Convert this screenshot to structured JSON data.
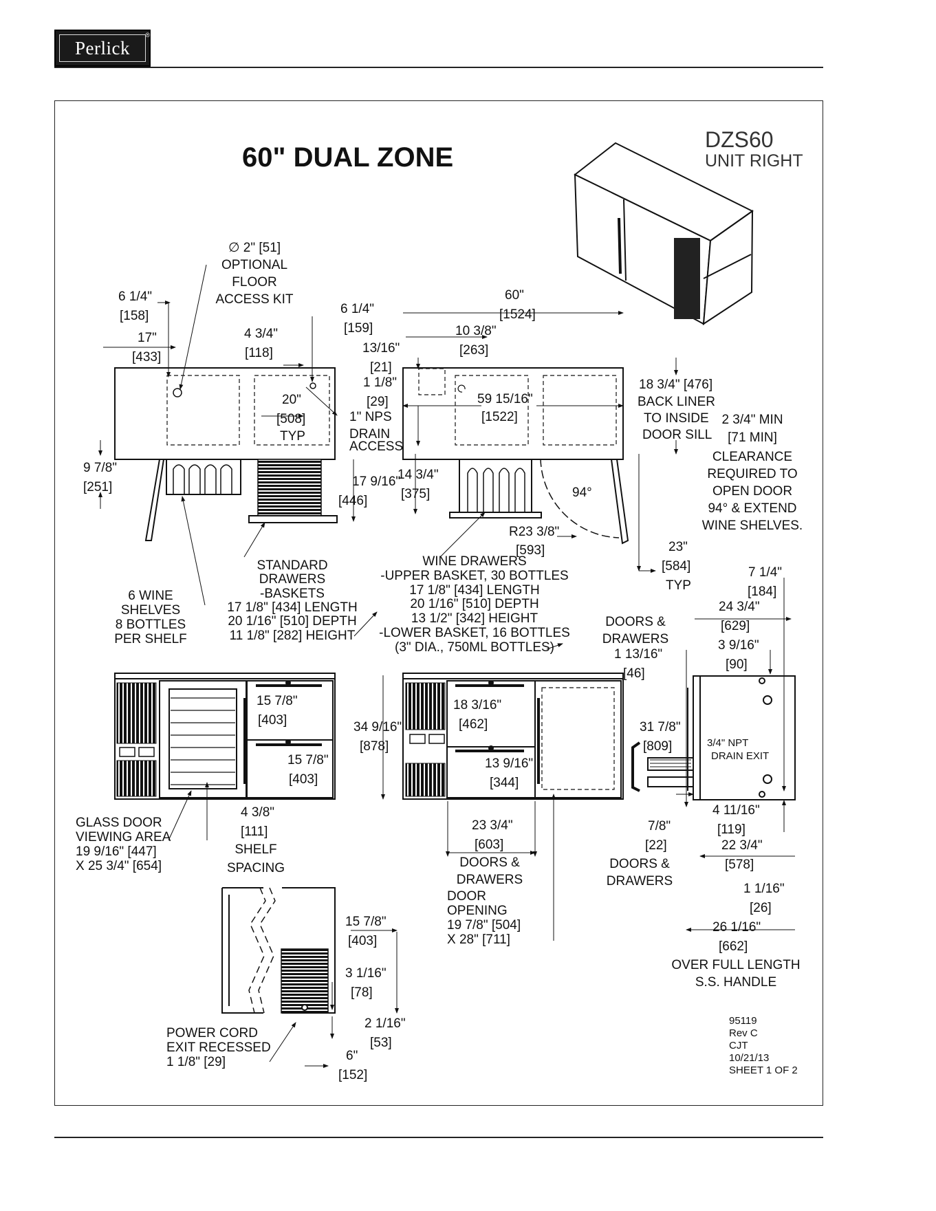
{
  "brand": {
    "logo_text": "Perlick",
    "reg_mark": "®"
  },
  "header": {
    "title": "60\" DUAL ZONE",
    "model": "DZS60",
    "unit": "UNIT RIGHT"
  },
  "top_view": {
    "floor_kit": [
      "∅ 2\" [51]",
      "OPTIONAL",
      "FLOOR",
      "ACCESS KIT"
    ],
    "dim_6_1_4": [
      "6 1/4\"",
      "[158]"
    ],
    "dim_17": [
      "17\"",
      "[433]"
    ],
    "dim_4_3_4": [
      "4 3/4\"",
      "[118]"
    ],
    "dim_6_1_4_b": [
      "6 1/4\"",
      "[159]"
    ],
    "dim_20": [
      "20\"",
      "[508]",
      "TYP"
    ],
    "drain_access": [
      "1\" NPS",
      "DRAIN",
      "ACCESS"
    ],
    "dim_9_7_8": [
      "9 7/8\"",
      "[251]"
    ],
    "dim_17_9_16": [
      "17 9/16\"",
      "[446]"
    ]
  },
  "top_view_right": {
    "dim_60": [
      "60\"",
      "[1524]"
    ],
    "dim_10_3_8": [
      "10 3/8\"",
      "[263]"
    ],
    "dim_13_16": [
      "13/16\"",
      "[21]"
    ],
    "dim_1_1_8": [
      "1 1/8\"",
      "[29]"
    ],
    "dim_59": [
      "59 15/16\"",
      "[1522]"
    ],
    "back_liner": [
      "18 3/4\" [476]",
      "BACK LINER",
      "TO INSIDE",
      "DOOR SILL"
    ],
    "dim_14_3_4": [
      "14 3/4\"",
      "[375]"
    ],
    "angle": "94°",
    "radius": [
      "R23 3/8\"",
      "[593]"
    ],
    "clearance": [
      "2 3/4\" MIN",
      "[71 MIN]",
      "CLEARANCE",
      "REQUIRED TO",
      "OPEN DOOR",
      "94° & EXTEND",
      "WINE SHELVES."
    ],
    "dim_23": [
      "23\"",
      "[584]",
      "TYP"
    ]
  },
  "callouts": {
    "standard_drawers": [
      "STANDARD",
      "DRAWERS",
      "-BASKETS",
      "17 1/8\" [434] LENGTH",
      "20 1/16\" [510] DEPTH",
      "11 1/8\" [282] HEIGHT"
    ],
    "wine_drawers": [
      "WINE DRAWERS",
      "-UPPER BASKET, 30 BOTTLES",
      "17 1/8\" [434] LENGTH",
      "20 1/16\" [510] DEPTH",
      "13 1/2\" [342] HEIGHT",
      "-LOWER BASKET, 16 BOTTLES",
      "(3\" DIA., 750ML BOTTLES)"
    ],
    "wine_shelves": [
      "6 WINE",
      "SHELVES",
      "8 BOTTLES",
      "PER SHELF"
    ]
  },
  "front_view": {
    "dim_15_7_8_a": [
      "15 7/8\"",
      "[403]"
    ],
    "dim_15_7_8_b": [
      "15 7/8\"",
      "[403]"
    ],
    "dim_34": [
      "34 9/16\"",
      "[878]"
    ],
    "dim_18_3_16": [
      "18 3/16\"",
      "[462]"
    ],
    "dim_13_9_16": [
      "13 9/16\"",
      "[344]"
    ],
    "glass_door": [
      "GLASS DOOR",
      "VIEWING AREA",
      "19 9/16\" [447]",
      "X 25 3/4\" [654]"
    ],
    "shelf_spacing": [
      "4 3/8\"",
      "[111]",
      "SHELF",
      "SPACING"
    ],
    "dim_23_3_4": [
      "23 3/4\"",
      "[603]",
      "DOORS &",
      "DRAWERS"
    ],
    "door_opening": [
      "DOOR",
      "OPENING",
      "19 7/8\" [504]",
      "X 28\" [711]"
    ]
  },
  "side_view": {
    "dim_7_1_4": [
      "7 1/4\"",
      "[184]"
    ],
    "dim_24_3_4": [
      "24 3/4\"",
      "[629]"
    ],
    "dim_3_9_16": [
      "3 9/16\"",
      "[90]"
    ],
    "doors_drawers_top": [
      "DOORS &",
      "DRAWERS"
    ],
    "dim_1_13_16": [
      "1 13/16\"",
      "[46]"
    ],
    "dim_31_7_8": [
      "31 7/8\"",
      "[809]"
    ],
    "drain_exit": [
      "3/4\" NPT",
      "DRAIN EXIT"
    ],
    "dim_4_11_16": [
      "4 11/16\"",
      "[119]"
    ],
    "dim_7_8": [
      "7/8\"",
      "[22]",
      "DOORS &",
      "DRAWERS"
    ],
    "dim_22_3_4": [
      "22 3/4\"",
      "[578]"
    ],
    "dim_1_1_16": [
      "1 1/16\"",
      "[26]"
    ],
    "dim_26_1_16": [
      "26 1/16\"",
      "[662]",
      "OVER FULL LENGTH",
      "S.S. HANDLE"
    ]
  },
  "rear_view": {
    "dim_15_7_8": [
      "15 7/8\"",
      "[403]"
    ],
    "dim_3_1_16": [
      "3 1/16\"",
      "[78]"
    ],
    "dim_2_1_16": [
      "2 1/16\"",
      "[53]"
    ],
    "dim_6": [
      "6\"",
      "[152]"
    ],
    "power_cord": [
      "POWER CORD",
      "EXIT RECESSED",
      "1 1/8\" [29]"
    ]
  },
  "revision": [
    "95119",
    "Rev C",
    "CJT",
    "10/21/13",
    "SHEET 1 OF 2"
  ]
}
